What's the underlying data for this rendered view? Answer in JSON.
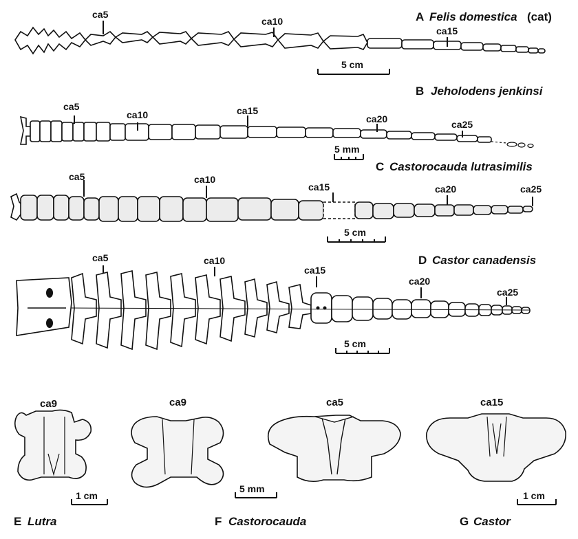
{
  "panels": {
    "A": {
      "letter": "A",
      "name": "Felis domestica",
      "suffix": "(cat)",
      "markers": [
        "ca5",
        "ca10",
        "ca15"
      ],
      "scale": "5 cm"
    },
    "B": {
      "letter": "B",
      "name": "Jeholodens jenkinsi",
      "markers": [
        "ca5",
        "ca10",
        "ca15",
        "ca20",
        "ca25"
      ],
      "scale": "5 mm"
    },
    "C": {
      "letter": "C",
      "name": "Castorocauda lutrasimilis",
      "markers": [
        "ca5",
        "ca10",
        "ca15",
        "ca20",
        "ca25"
      ],
      "scale": "5 cm"
    },
    "D": {
      "letter": "D",
      "name": "Castor canadensis",
      "markers": [
        "ca5",
        "ca10",
        "ca15",
        "ca20",
        "ca25"
      ],
      "scale": "5 cm"
    },
    "E": {
      "letter": "E",
      "name": "Lutra",
      "marker": "ca9",
      "scale": "1 cm"
    },
    "F": {
      "letter": "F",
      "name": "Castorocauda",
      "markers": [
        "ca9",
        "ca5"
      ],
      "scale": "5 mm"
    },
    "G": {
      "letter": "G",
      "name": "Castor",
      "marker": "ca15",
      "scale": "1 cm"
    }
  }
}
